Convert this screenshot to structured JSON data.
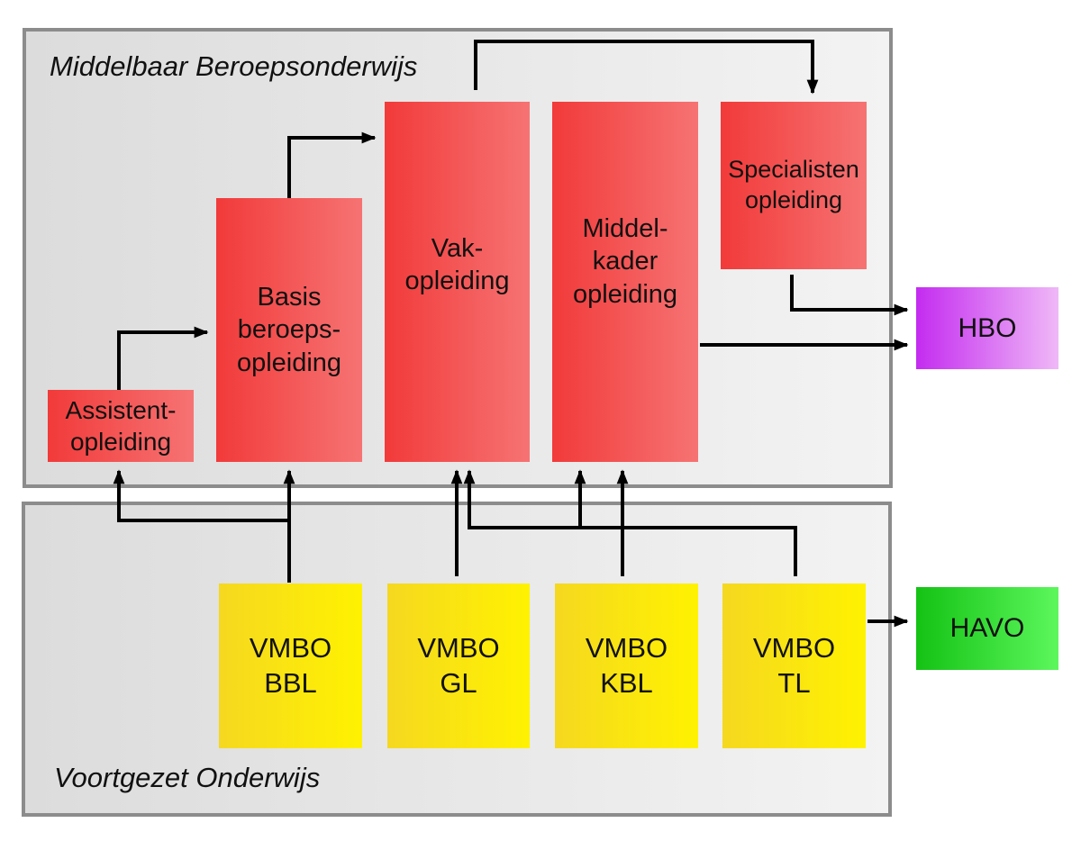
{
  "panels": {
    "mbo_title": "Middelbaar Beroepsonderwijs",
    "vo_title": "Voortgezet Onderwijs"
  },
  "mbo": {
    "assistent": [
      "Assistent-",
      "opleiding"
    ],
    "basis": [
      "Basis",
      "beroeps-",
      "opleiding"
    ],
    "vak": [
      "Vak-",
      "opleiding"
    ],
    "middelkader": [
      "Middel-",
      "kader",
      "opleiding"
    ],
    "specialisten": [
      "Specialisten",
      "opleiding"
    ]
  },
  "vo": {
    "vmbo_bbl": [
      "VMBO",
      "BBL"
    ],
    "vmbo_gl": [
      "VMBO",
      "GL"
    ],
    "vmbo_kbl": [
      "VMBO",
      "KBL"
    ],
    "vmbo_tl": [
      "VMBO",
      "TL"
    ]
  },
  "external": {
    "hbo": "HBO",
    "havo": "HAVO"
  },
  "colors": {
    "mbo_box": "#f23a3a",
    "vmbo_box": "#fff200",
    "hbo_box": "#c42cf0",
    "havo_box": "#14c214",
    "arrow": "#000000",
    "panel_border": "#8c8c8c"
  }
}
